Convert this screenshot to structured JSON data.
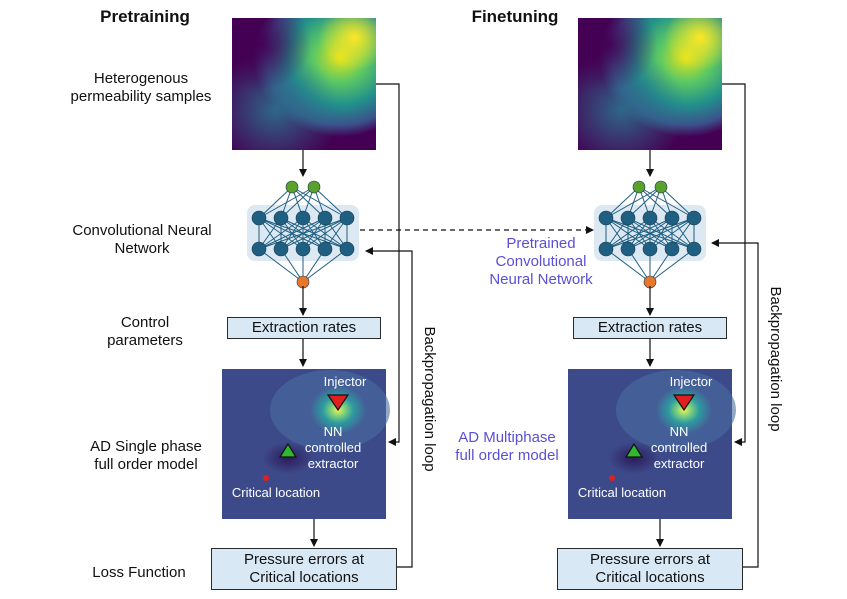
{
  "pretraining": {
    "title": "Pretraining",
    "labels": {
      "samples": "Heterogenous permeability samples",
      "cnn": "Convolutional Neural Network",
      "control": "Control parameters",
      "model": "AD Single phase full order model",
      "loss": "Loss Function"
    },
    "extraction_box": "Extraction rates",
    "loss_box_line1": "Pressure errors at",
    "loss_box_line2": "Critical locations",
    "loop_label": "Backpropagation loop",
    "injector": "Injector",
    "extractor": "NN controlled extractor",
    "critical": "Critical location"
  },
  "finetuning": {
    "title": "Finetuning",
    "labels": {
      "cnn": "Pretrained Convolutional Neural Network",
      "model": "AD Multiphase full order model"
    },
    "extraction_box": "Extraction rates",
    "loss_box_line1": "Pressure errors at",
    "loss_box_line2": "Critical locations",
    "loop_label": "Backpropagation loop",
    "injector": "Injector",
    "extractor": "NN controlled extractor",
    "critical": "Critical location"
  },
  "colors": {
    "nn_node": "#1f5f82",
    "input_node": "#5aa02c",
    "output_node": "#e8762b",
    "model_bg": "#3d4a8a",
    "box_fill": "#d9e8f5",
    "purple_text": "#5a4fd6"
  }
}
